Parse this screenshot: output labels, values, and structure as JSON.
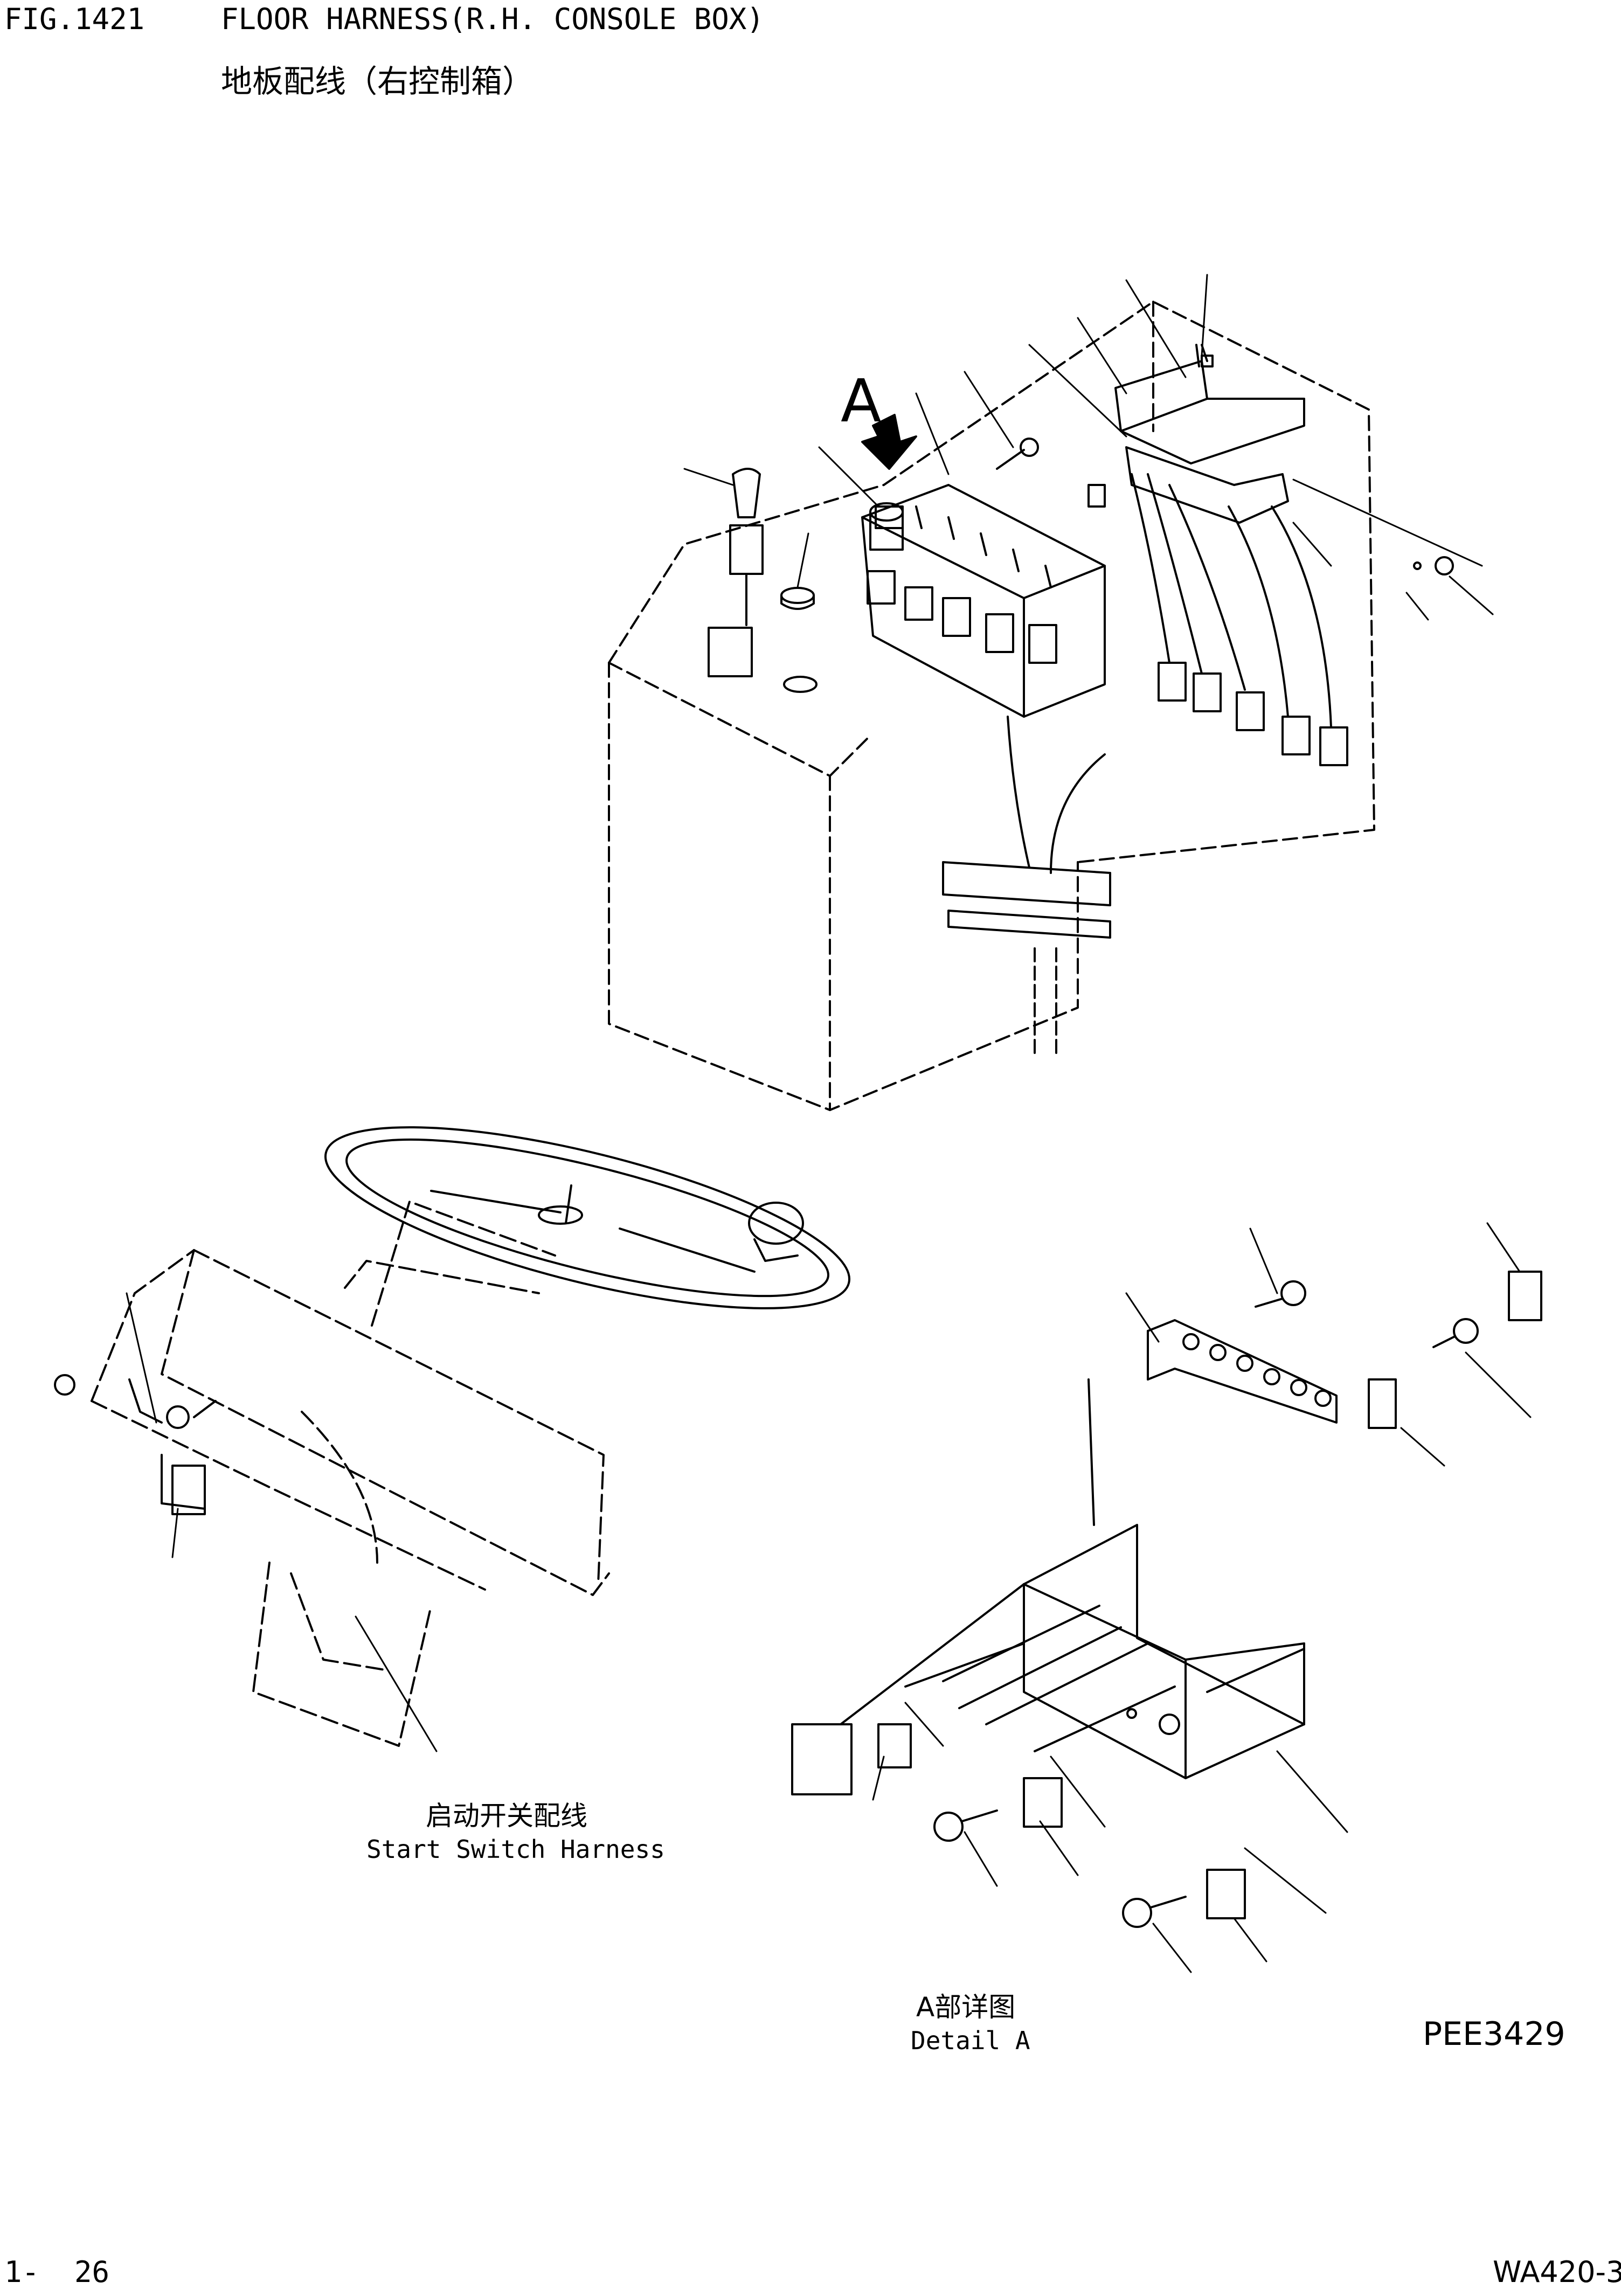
{
  "header": {
    "fig_no": "FIG.1421",
    "title_en": "FLOOR HARNESS(R.H. CONSOLE BOX)",
    "title_zh": "地板配线（右控制箱）"
  },
  "callouts": {
    "view_marker": "A",
    "start_switch_zh": "启动开关配线",
    "start_switch_en": "Start Switch Harness",
    "detail_zh": "A部详图",
    "detail_en": "Detail A"
  },
  "drawing_code": "PEE3429",
  "footer": {
    "page": "1-  26",
    "model": "WA420-3"
  }
}
